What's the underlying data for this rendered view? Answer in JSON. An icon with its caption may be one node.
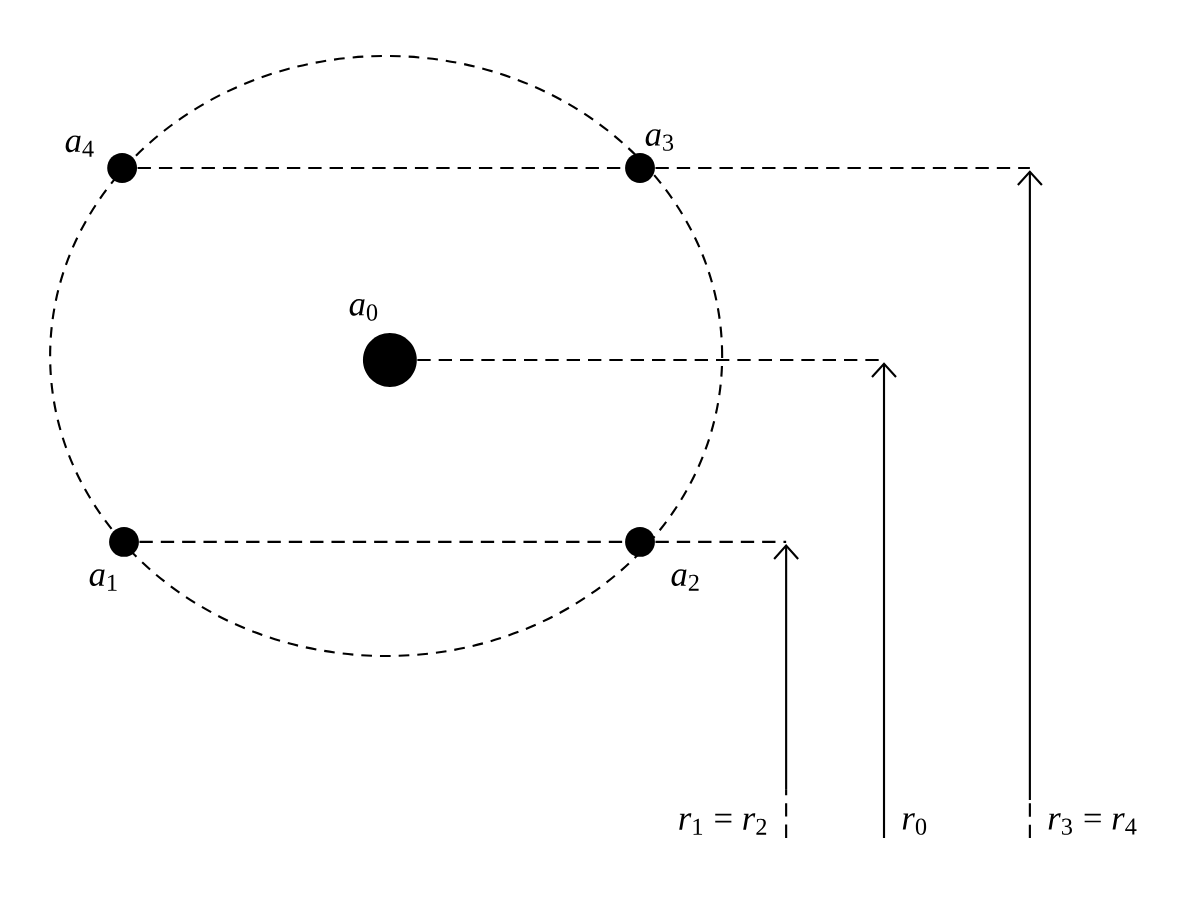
{
  "diagram": {
    "nodes": [
      {
        "text": [],
        "shape": "circle",
        "beside": [
          "*a*$_{4}$"
        ]
      },
      {
        "text": [],
        "shape": "circle",
        "beside": [
          "*a*$_{3}$"
        ]
      },
      {
        "text": [],
        "shape": "circle",
        "beside": [
          "*a*$_{0}$"
        ]
      },
      {
        "text": [],
        "shape": "circle",
        "beside": [
          "*a*$_{1}$"
        ]
      },
      {
        "text": [],
        "shape": "circle",
        "beside": [
          "*a*$_{2}$"
        ]
      },
      {
        "text": [
          "*r*$_{1}$ = *r*$_{2}$"
        ]
      },
      {
        "text": [
          "*r*$_{0}$"
        ]
      },
      {
        "text": [
          "*r*$_{3}$ = *r*$_{4}$"
        ]
      }
    ],
    "edges": [
      {
        "from": 0,
        "to": 1,
        "arrow": "none",
        "style": "dashed"
      },
      {
        "from": 1,
        "to": null,
        "arrow": "none",
        "style": "dashed"
      },
      {
        "from": 2,
        "to": null,
        "arrow": "none",
        "style": "dashed"
      },
      {
        "from": 3,
        "to": 4,
        "arrow": "none",
        "style": "dashed"
      },
      {
        "from": 4,
        "to": null,
        "arrow": "none",
        "style": "dashed"
      },
      {
        "from": 5,
        "to": null,
        "arrow": "to"
      },
      {
        "from": 6,
        "to": null,
        "arrow": "to"
      },
      {
        "from": 7,
        "to": null,
        "arrow": "to"
      }
    ]
  }
}
